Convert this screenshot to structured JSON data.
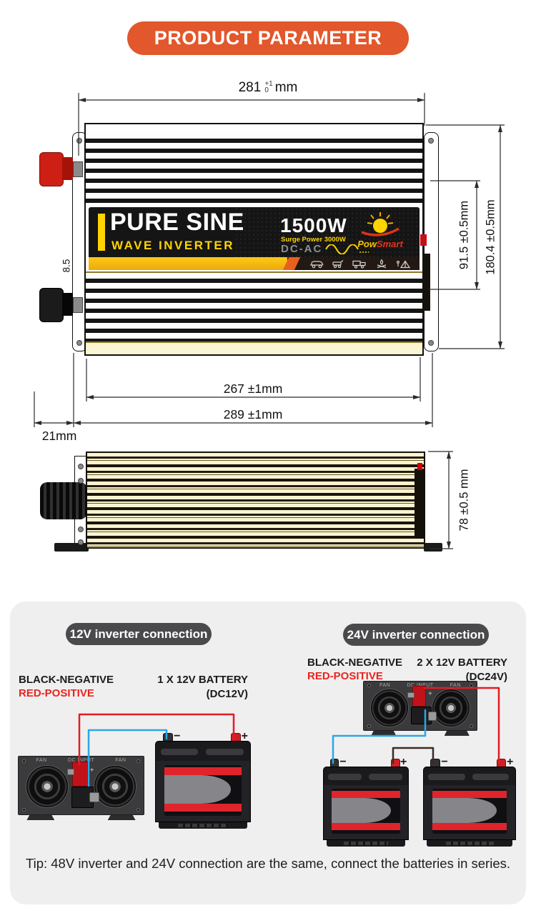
{
  "banner": {
    "title": "PRODUCT PARAMETER"
  },
  "front_view": {
    "label": {
      "brand_line1": "PURE SINE",
      "brand_line2": "WAVE INVERTER",
      "power": "1500W",
      "surge": "Surge Power 3000W",
      "type": "DC-AC",
      "logo_pow": "Pow",
      "logo_smart": "Smart"
    },
    "dims": {
      "top_width": {
        "value": "281",
        "tol_up": "+1",
        "tol_down": "0",
        "unit": "mm"
      },
      "inner_height": "91.5 ±0.5mm",
      "outer_height": "180.4 ±0.5mm",
      "label_offset": "8.5",
      "inner_width": "267 ±1mm",
      "outer_width": "289 ±1mm",
      "foot_width": "21mm"
    }
  },
  "side_view": {
    "dims": {
      "depth": "78 ±0.5 mm"
    }
  },
  "connections": {
    "sections": [
      {
        "badge": "12V inverter connection",
        "negative_label": "BLACK-NEGATIVE",
        "positive_label": "RED-POSITIVE",
        "battery_line1": "1 X 12V BATTERY",
        "battery_line2": "(DC12V)"
      },
      {
        "badge": "24V inverter connection",
        "negative_label": "BLACK-NEGATIVE",
        "positive_label": "RED-POSITIVE",
        "battery_line1": "2 X 12V BATTERY",
        "battery_line2": "(DC24V)"
      }
    ],
    "graphics": {
      "fan_label": "FAN",
      "dc_input_label": "DC INPUT",
      "plus": "+",
      "minus": "−"
    },
    "tip": "Tip: 48V inverter and 24V connection are the same, connect the batteries in series."
  },
  "colors": {
    "accent_orange": "#E2572B",
    "brand_yellow": "#FFD400",
    "positive_red": "#E8251F",
    "wire_blue": "#2AA7E8",
    "wire_red": "#E31B23"
  }
}
